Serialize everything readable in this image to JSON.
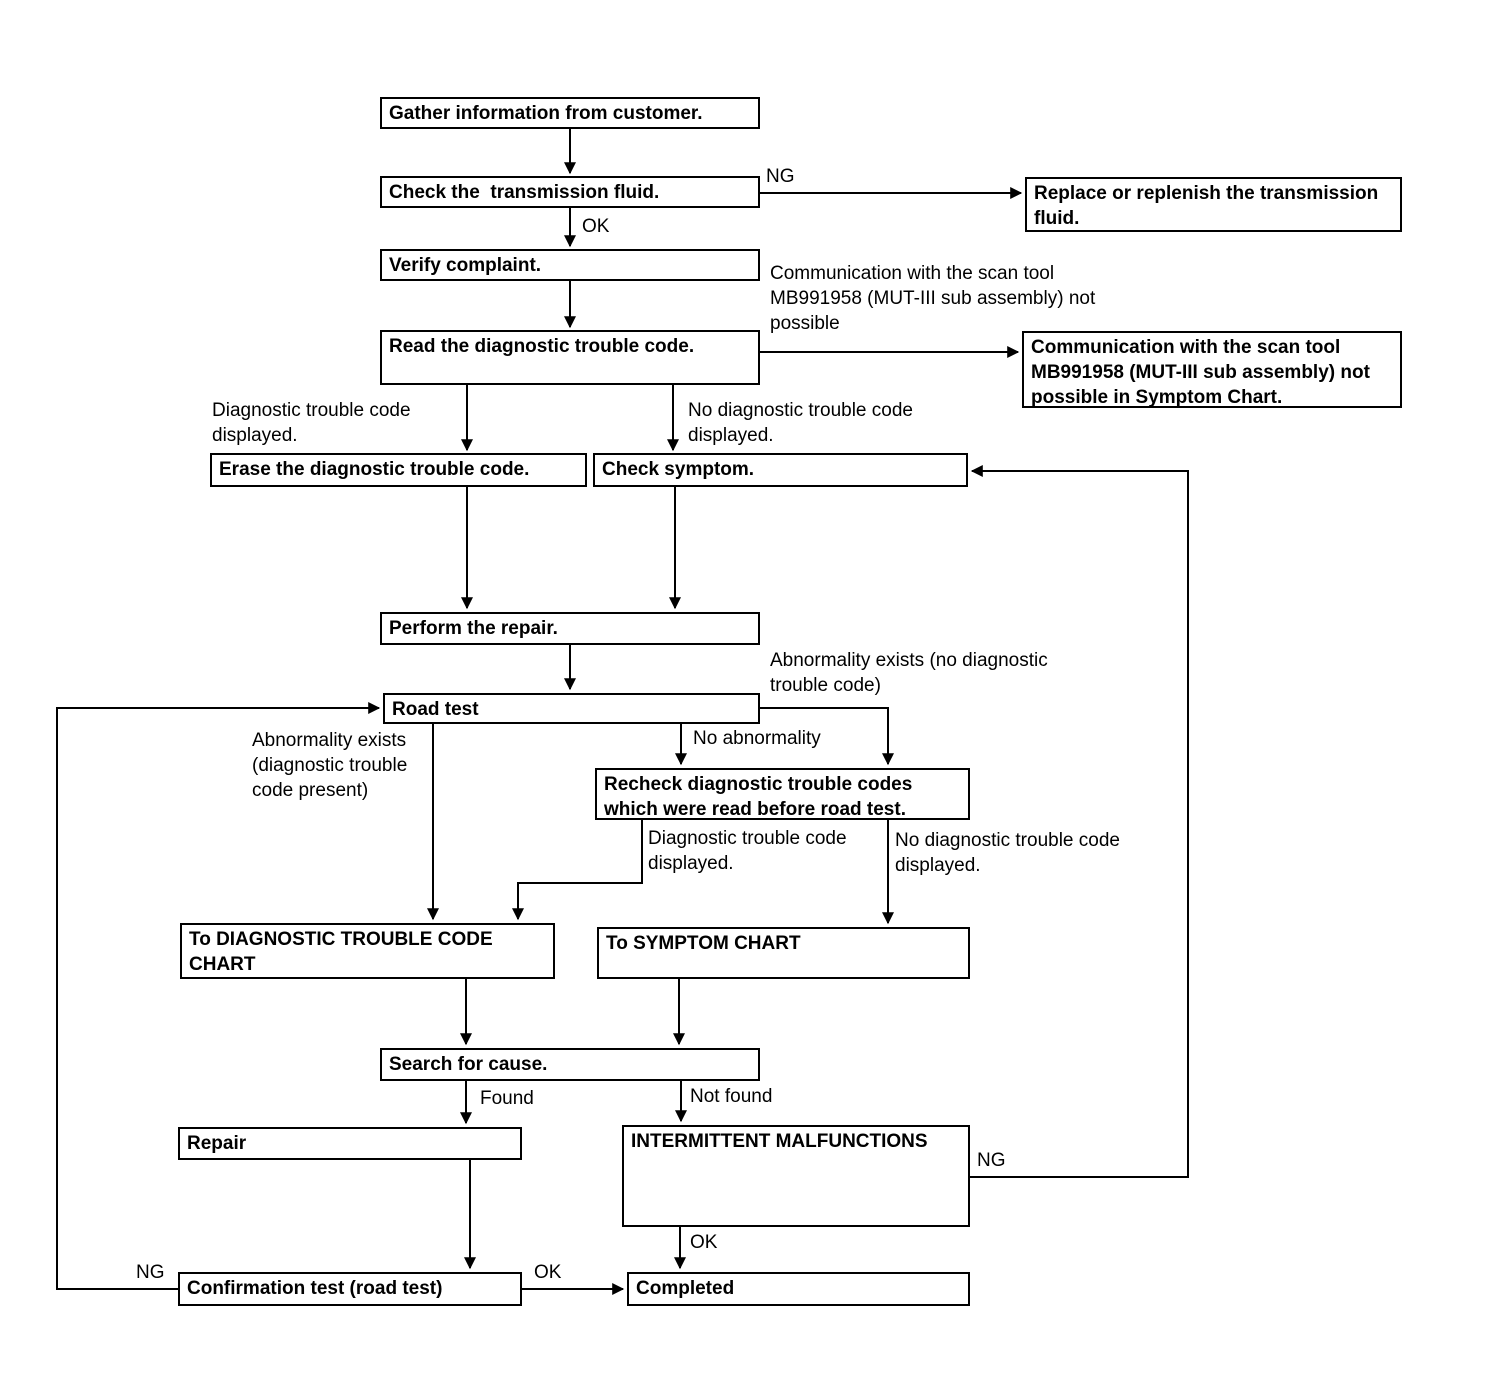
{
  "page": {
    "background_color": "#ffffff",
    "line_color": "#000000",
    "text_color": "#000000"
  },
  "diagram": {
    "type": "flowchart",
    "nodes": {
      "gather": {
        "label": "Gather information from customer."
      },
      "check_fluid": {
        "label": "Check the  transmission fluid."
      },
      "replace_fluid": {
        "label": "Replace or replenish the transmission fluid."
      },
      "verify": {
        "label": "Verify complaint."
      },
      "read_dtc": {
        "label": "Read the diagnostic trouble code."
      },
      "comm_symptom": {
        "label": "Communication with the scan tool MB991958 (MUT-III sub assembly) not possible in Symptom Chart."
      },
      "erase_dtc": {
        "label": "Erase the diagnostic trouble code."
      },
      "check_symptom": {
        "label": "Check symptom."
      },
      "perform_repair": {
        "label": "Perform the repair."
      },
      "road_test": {
        "label": "Road test"
      },
      "recheck": {
        "label": "Recheck diagnostic trouble codes which were read before road test."
      },
      "to_dtc_chart": {
        "label": "To DIAGNOSTIC TROUBLE CODE CHART"
      },
      "to_symptom_chart": {
        "label": "To SYMPTOM CHART"
      },
      "search_cause": {
        "label": "Search for cause."
      },
      "repair": {
        "label": "Repair"
      },
      "intermittent": {
        "label": "INTERMITTENT MALFUNCTIONS"
      },
      "confirmation": {
        "label": "Confirmation test (road test)"
      },
      "completed": {
        "label": "Completed"
      }
    },
    "edge_labels": {
      "ng_fluid": "NG",
      "ok_fluid": "OK",
      "comm_note": "Communication with the scan tool MB991958 (MUT-III sub assembly) not possible",
      "dtc_displayed": "Diagnostic trouble code displayed.",
      "no_dtc_displayed": "No diagnostic trouble code displayed.",
      "abnormality_no_dtc": "Abnormality exists (no diagnostic trouble code)",
      "no_abnormality": "No abnormality",
      "abnormality_dtc": "Abnormality exists (diagnostic trouble code present)",
      "dtc_displayed_2": "Diagnostic trouble code displayed.",
      "no_dtc_displayed_2": "No diagnostic trouble code displayed.",
      "found": "Found",
      "not_found": "Not found",
      "ng_confirmation": "NG",
      "ok_confirmation": "OK",
      "ok_intermittent": "OK",
      "ng_intermittent": "NG"
    }
  }
}
